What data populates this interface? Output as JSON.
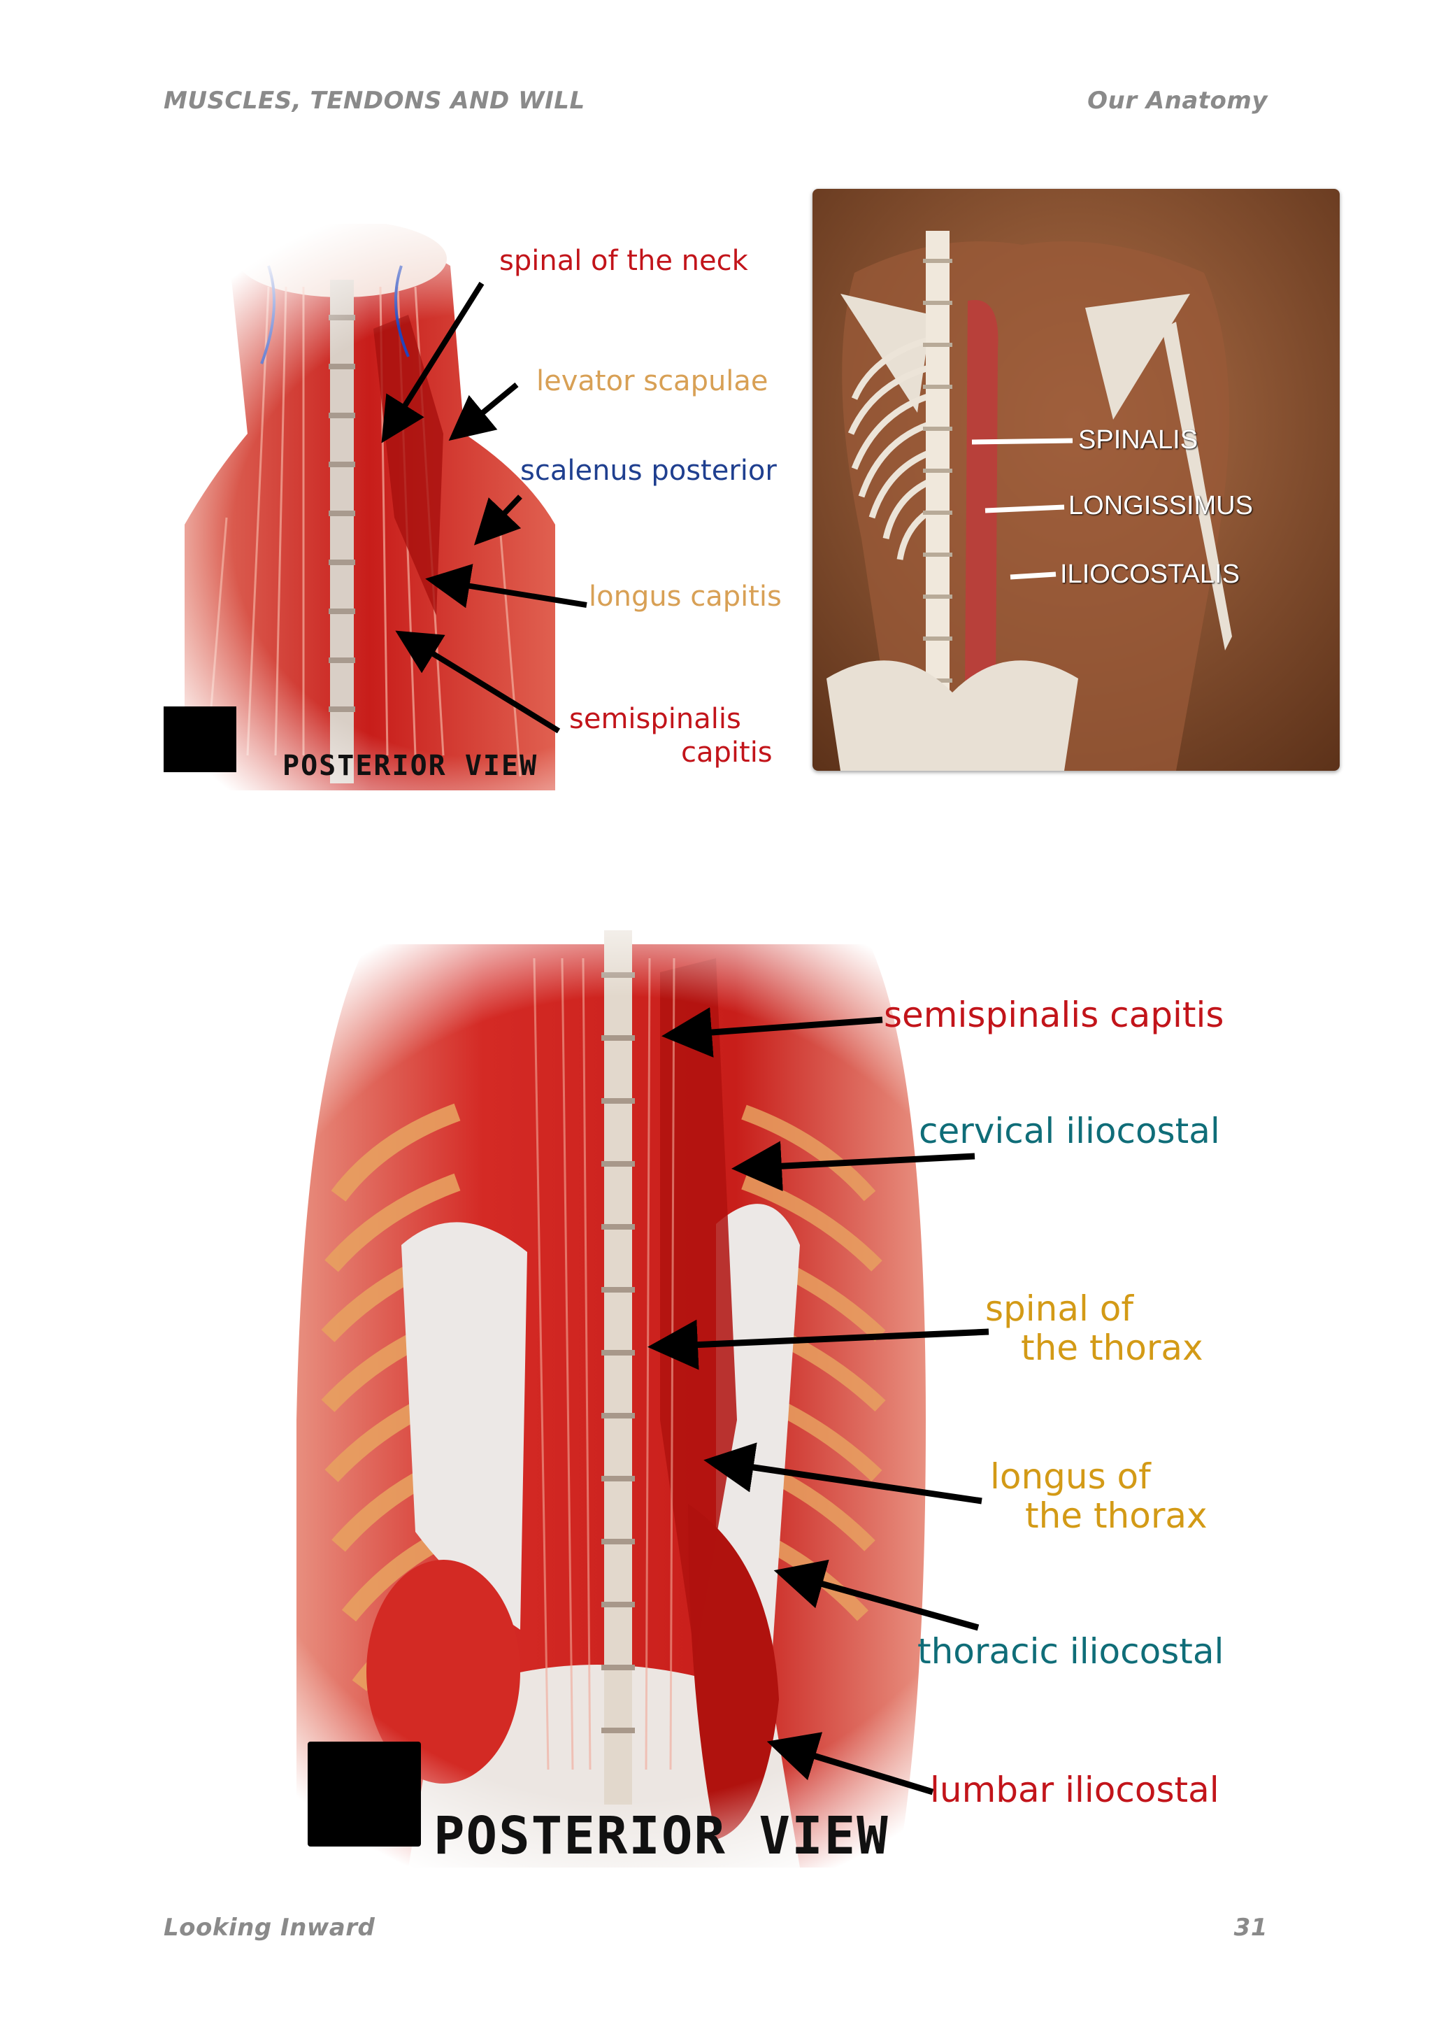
{
  "header": {
    "left": "MUSCLES, TENDONS AND WILL",
    "right": "Our Anatomy"
  },
  "footer": {
    "left": "Looking Inward",
    "page_number": "31"
  },
  "figure_neck": {
    "labels": {
      "spinal_neck": "spinal of the neck",
      "levator": "levator scapulae",
      "scalenus": "scalenus posterior",
      "longus": "longus capitis",
      "semispinalis_1": "semispinalis",
      "semispinalis_2": "capitis"
    },
    "caption": "POSTERIOR VIEW"
  },
  "figure_skeleton": {
    "labels": {
      "spinalis": "SPINALIS",
      "longissimus": "LONGISSIMUS",
      "iliocostalis": "ILIOCOSTALIS"
    }
  },
  "figure_thorax": {
    "labels": {
      "semispinalis": "semispinalis capitis",
      "cervical": "cervical iliocostal",
      "spinal_1": "spinal of",
      "spinal_2": "the thorax",
      "longus_1": "longus of",
      "longus_2": "the thorax",
      "thoracic": "thoracic iliocostal",
      "lumbar": "lumbar iliocostal"
    },
    "caption": "POSTERIOR VIEW"
  },
  "colors": {
    "label_red": "#c2141a",
    "label_orange": "#d8a055",
    "label_blue": "#1f3f8f",
    "label_teal": "#0f6d78",
    "label_gold": "#d39a16",
    "muscle_red": "#d42a25",
    "skeleton_bg": "#7a4a2a"
  }
}
